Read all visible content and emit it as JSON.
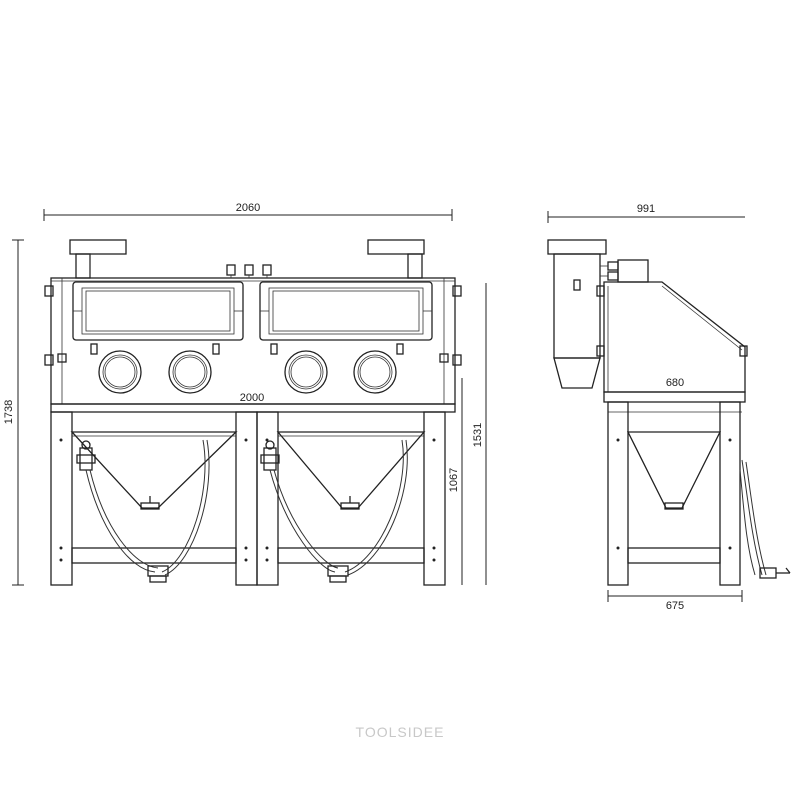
{
  "dimensions": {
    "front_overall_width": "2060",
    "front_inner_width": "2000",
    "front_overall_height": "1738",
    "front_cabinet_height": "1531",
    "front_table_height": "1067",
    "side_overall_depth": "991",
    "side_cabinet_depth": "680",
    "side_base_depth": "675"
  },
  "watermark": "TOOLSIDEE"
}
